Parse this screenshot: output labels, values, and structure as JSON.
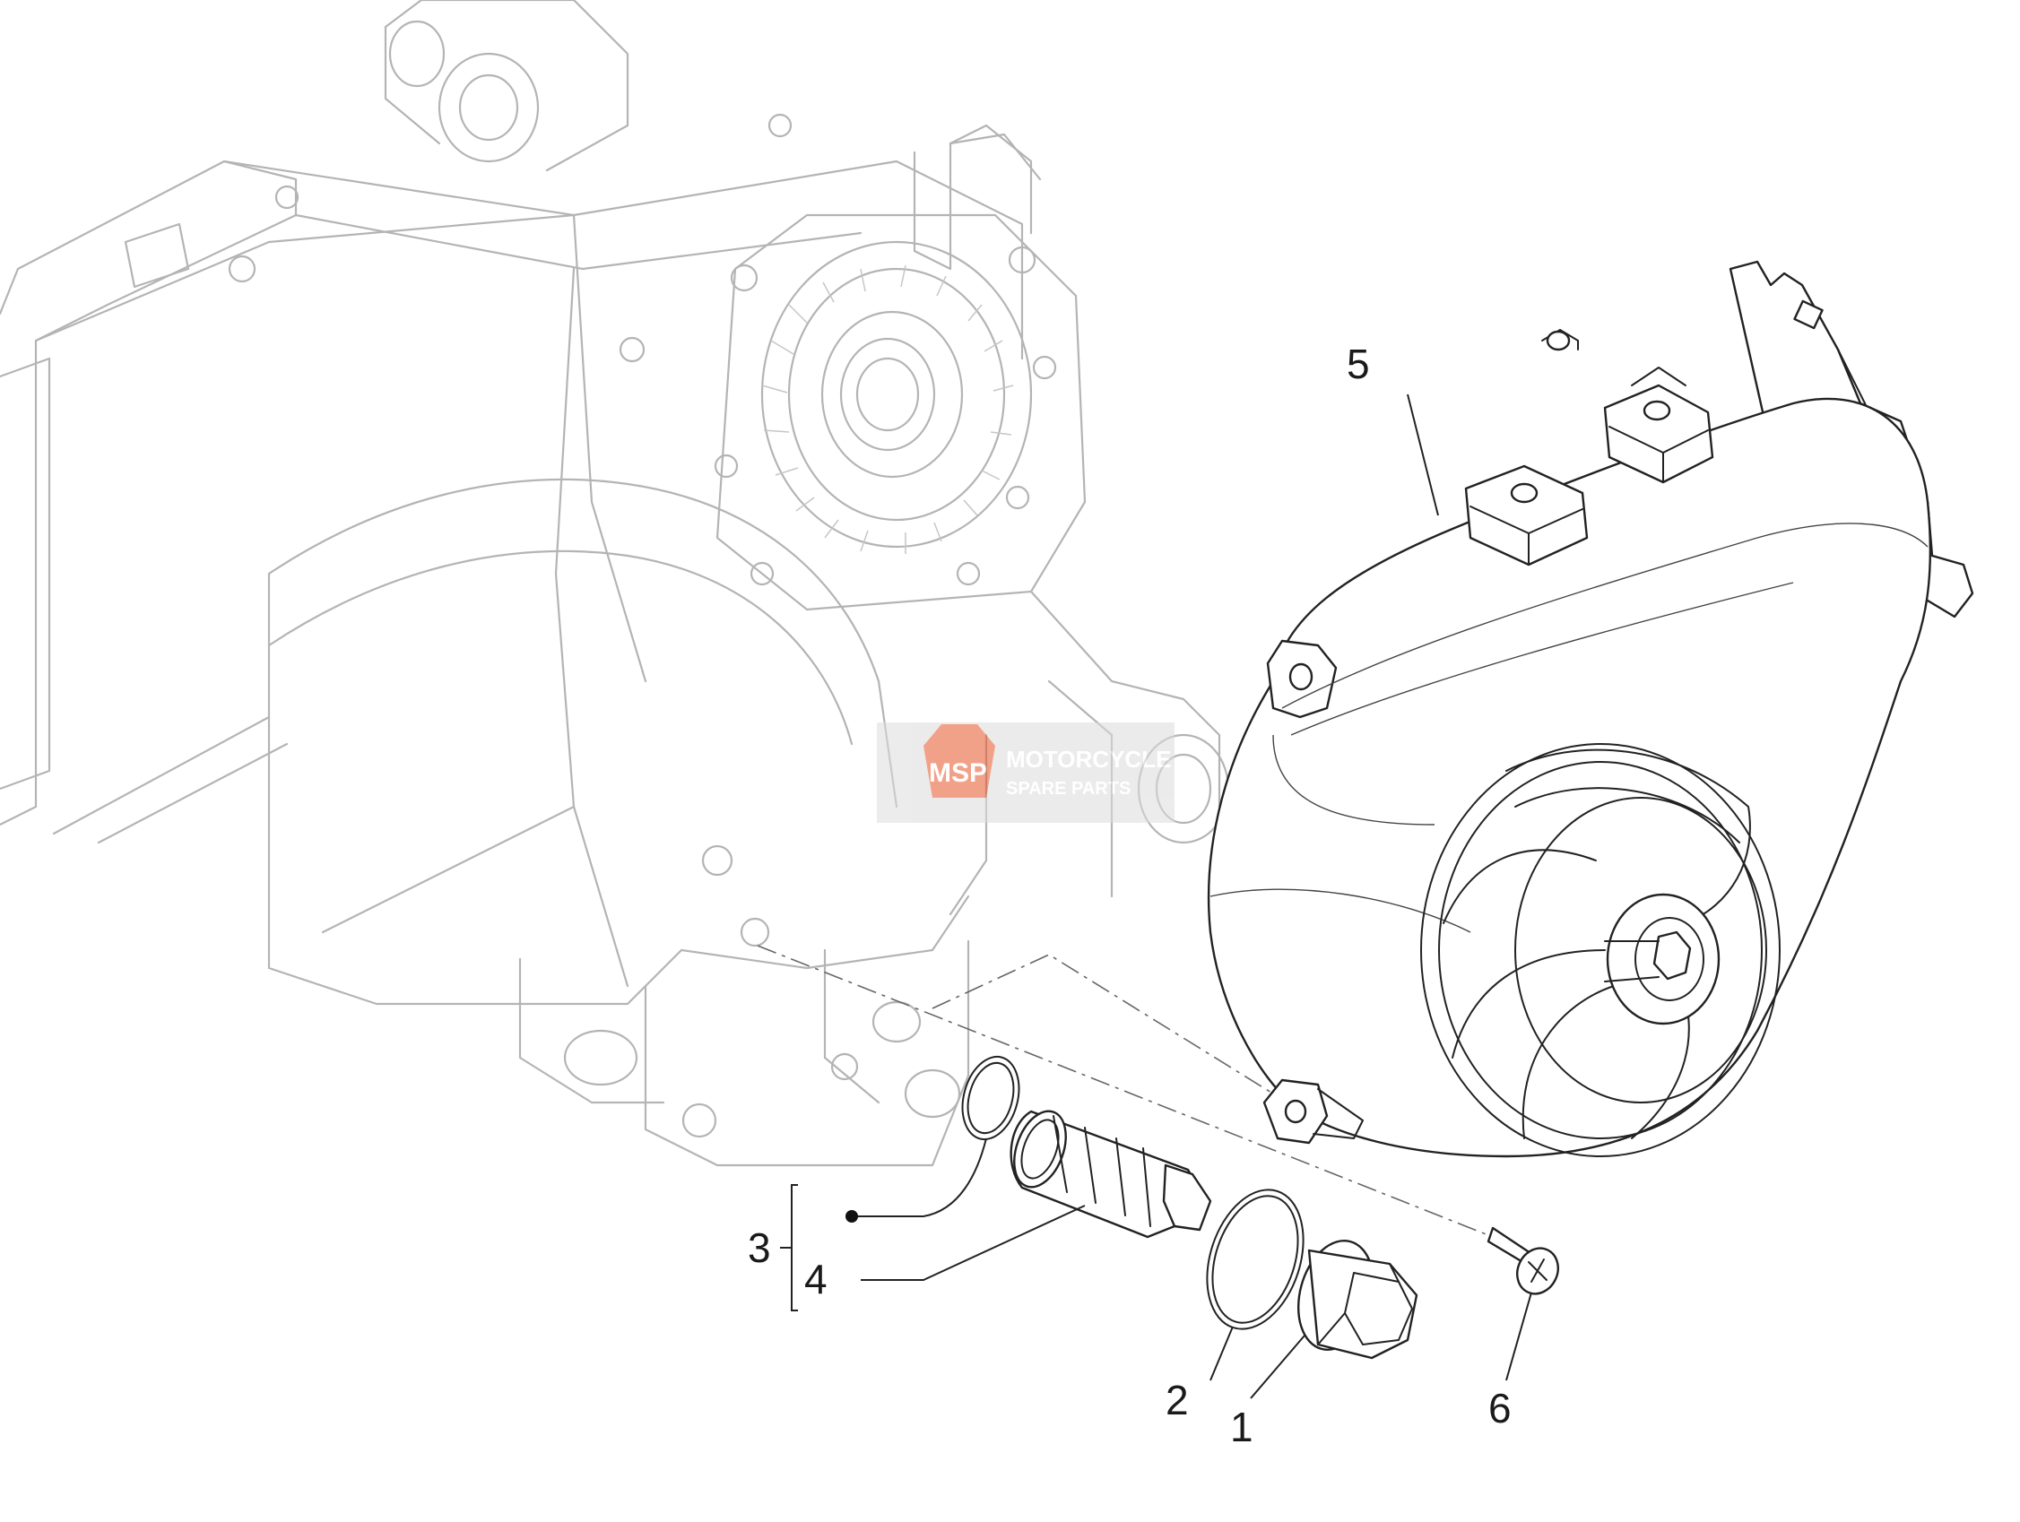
{
  "callouts": [
    {
      "id": "1",
      "label": "1"
    },
    {
      "id": "2",
      "label": "2"
    },
    {
      "id": "3",
      "label": "3"
    },
    {
      "id": "4",
      "label": "4"
    },
    {
      "id": "5",
      "label": "5"
    },
    {
      "id": "6",
      "label": "6"
    }
  ],
  "watermark": {
    "logo_text": "MSP",
    "line1": "MOTORCYCLE",
    "line2": "SPARE PARTS",
    "color": "#e8562a"
  },
  "colors": {
    "ghost_stroke": "#b4b4b4",
    "part_stroke": "#222222",
    "background": "#ffffff"
  }
}
